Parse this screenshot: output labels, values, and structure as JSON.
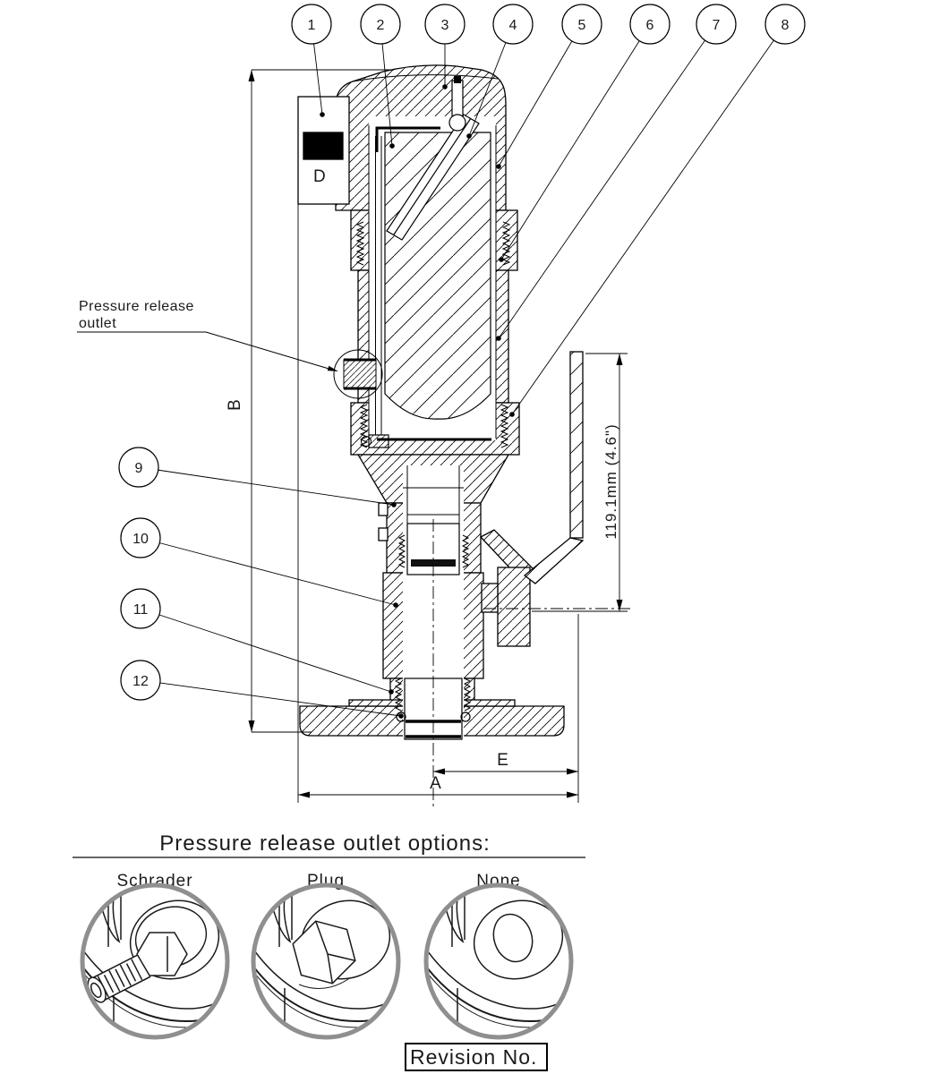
{
  "drawing": {
    "balloons": [
      "1",
      "2",
      "3",
      "4",
      "5",
      "6",
      "7",
      "8",
      "9",
      "10",
      "11",
      "12"
    ],
    "callout": {
      "line1": "Pressure release",
      "line2": "outlet"
    },
    "dims": {
      "a": "A",
      "b": "B",
      "d": "D",
      "e": "E",
      "height": "119.1mm (4.6\")"
    }
  },
  "options": {
    "title": "Pressure release outlet options:",
    "items": [
      {
        "label": "Schrader"
      },
      {
        "label": "Plug"
      },
      {
        "label": "None"
      }
    ]
  },
  "revision": {
    "label": "Revision No."
  }
}
